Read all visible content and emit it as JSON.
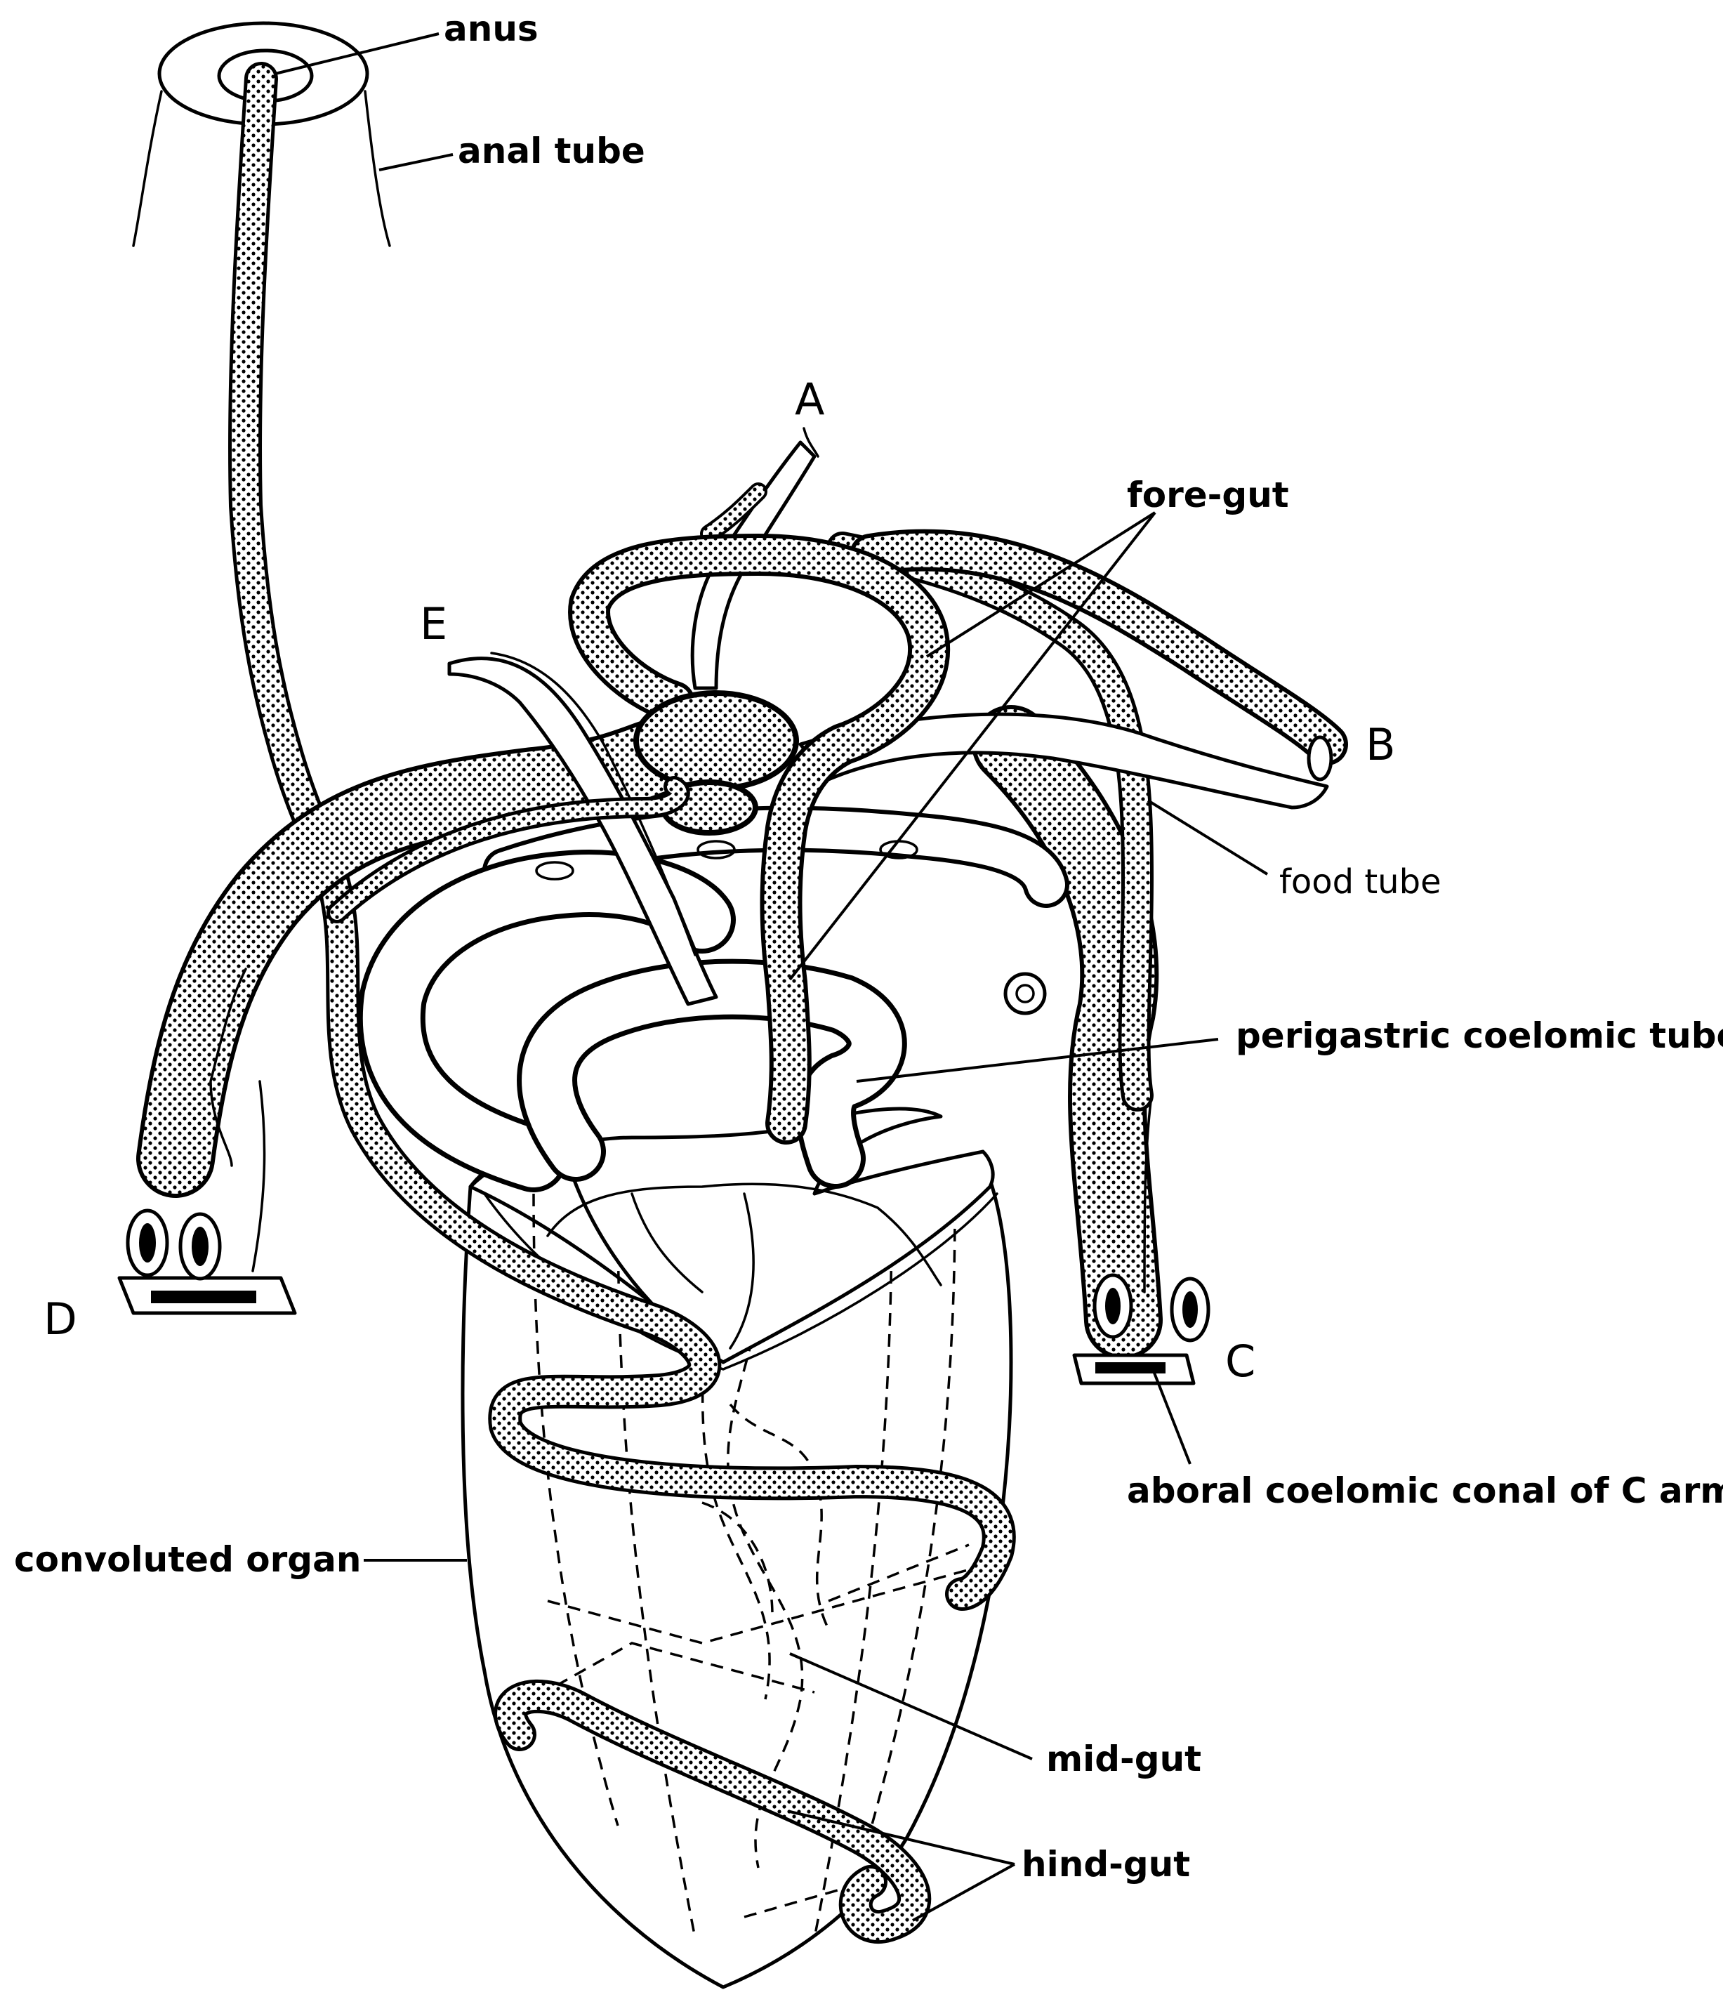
{
  "labels": {
    "anus": "anus",
    "anal_tube": "anal tube",
    "arm_a": "A",
    "arm_b": "B",
    "arm_c": "C",
    "arm_d": "D",
    "arm_e": "E",
    "fore_gut": "fore-gut",
    "food_tube": "food tube",
    "perigastric_coelomic_tube": "perigastric coelomic tube",
    "aboral_coelomic_canal": "aboral coelomic conal of C arm",
    "convoluted_organ": "convoluted organ",
    "mid_gut": "mid-gut",
    "hind_gut": "hind-gut"
  }
}
